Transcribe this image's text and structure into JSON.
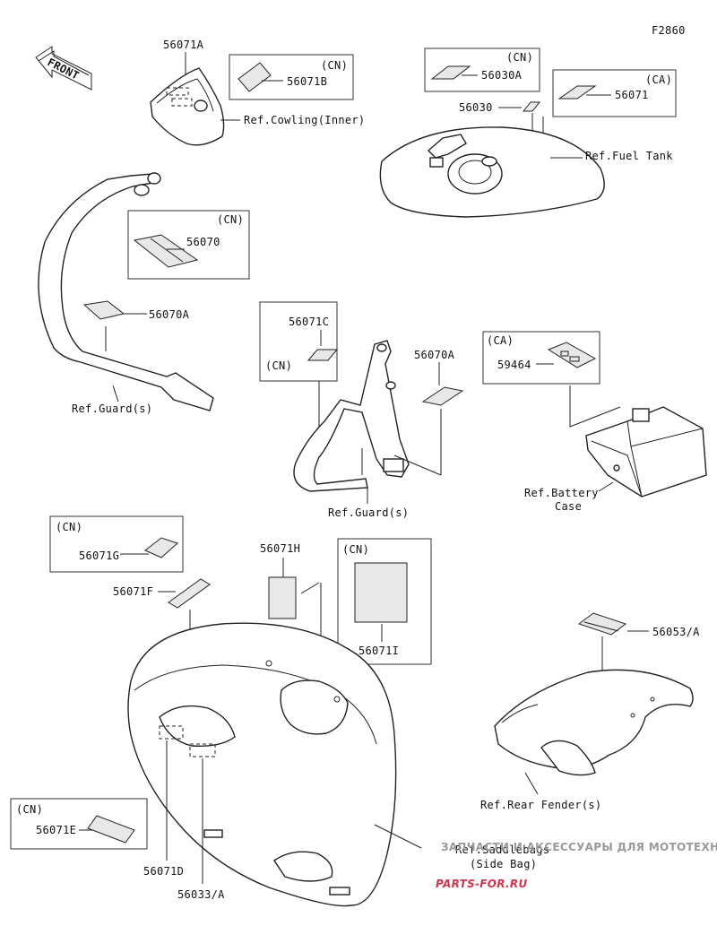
{
  "figure_code": "F2860",
  "front_label": "FRONT",
  "parts": {
    "p56071A": "56071A",
    "p56071B": "56071B",
    "p56030A": "56030A",
    "p56030": "56030",
    "p56071": "56071",
    "p56070": "56070",
    "p56070A_left": "56070A",
    "p56071C": "56071C",
    "p56070A_center": "56070A",
    "p59464": "59464",
    "p56071G": "56071G",
    "p56071F": "56071F",
    "p56071H": "56071H",
    "p56071I": "56071I",
    "p56053A": "56053/A",
    "p56071E": "56071E",
    "p56071D": "56071D",
    "p56033A": "56033/A"
  },
  "market_tags": {
    "cn": "(CN)",
    "ca": "(CA)"
  },
  "refs": {
    "cowling": "Ref.Cowling(Inner)",
    "fuel_tank": "Ref.Fuel Tank",
    "guard_left": "Ref.Guard(s)",
    "guard_center": "Ref.Guard(s)",
    "battery_line1": "Ref.Battery",
    "battery_line2": "Case",
    "rear_fender": "Ref.Rear Fender(s)",
    "saddlebags_line1": "Ref.Saddlebags",
    "saddlebags_line2": "(Side Bag)"
  },
  "watermark": {
    "top": "ЗАПЧАСТИ И АКСЕССУАРЫ ДЛЯ МОТОТЕХНИКИ",
    "brand": "PARTS-FOR.RU",
    "brand_color": "#c8102e"
  }
}
